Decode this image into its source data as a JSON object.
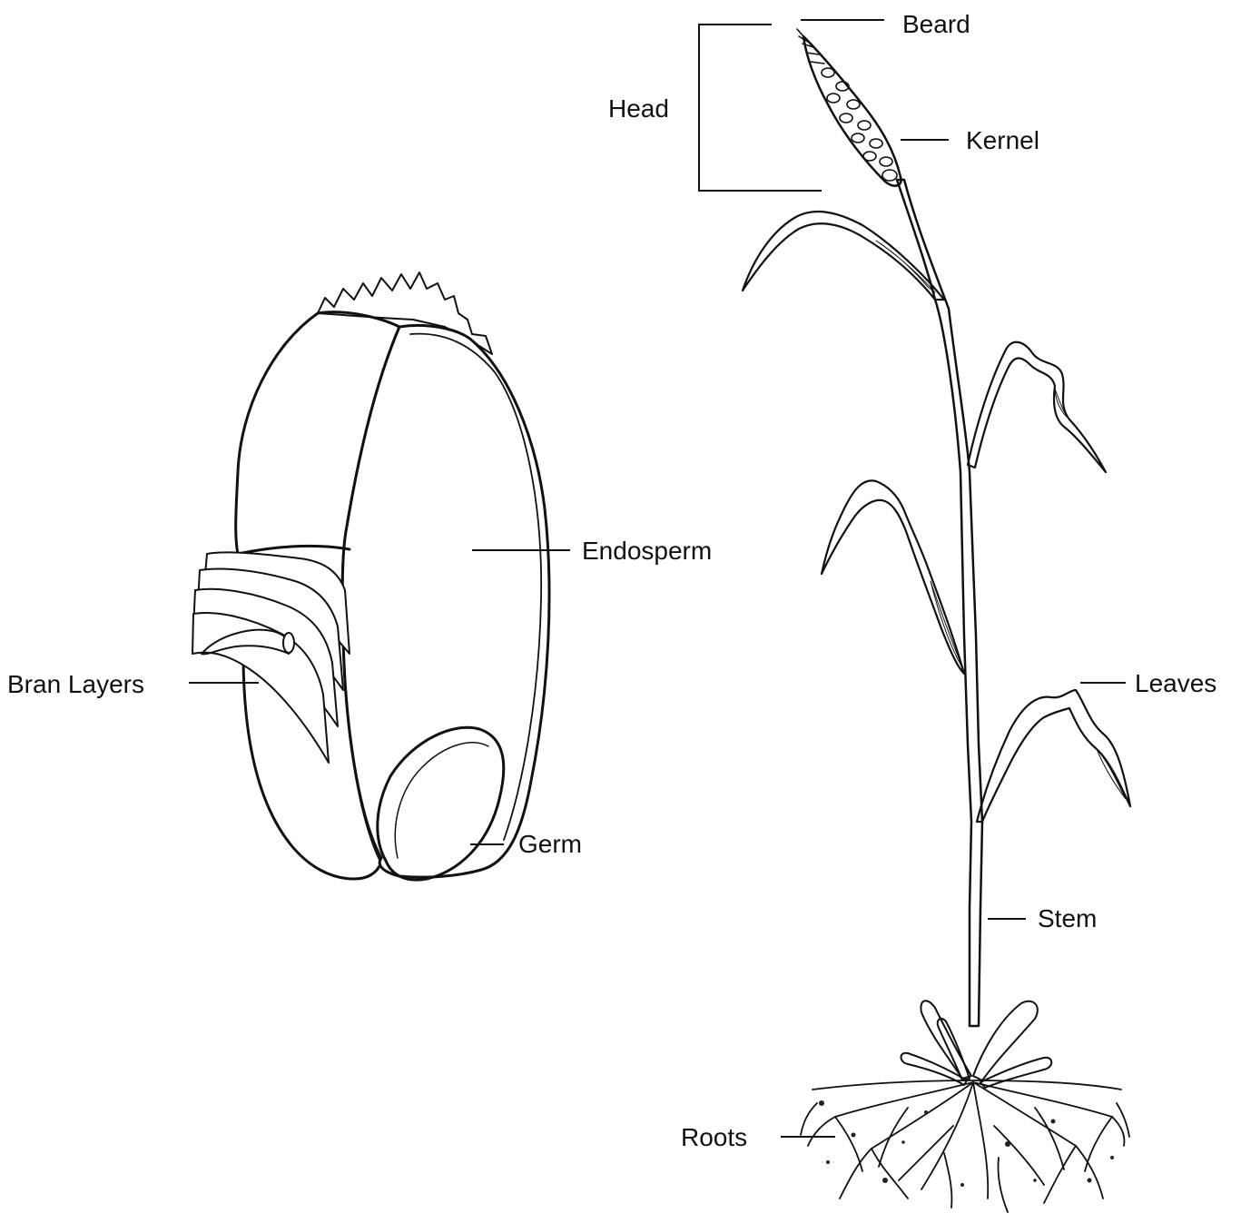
{
  "kernel_labels": {
    "endosperm": "Endosperm",
    "bran_layers": "Bran Layers",
    "germ": "Germ"
  },
  "plant_labels": {
    "beard": "Beard",
    "head": "Head",
    "kernel": "Kernel",
    "leaves": "Leaves",
    "stem": "Stem",
    "roots": "Roots"
  },
  "colors": {
    "ink": "#111111",
    "background": "#ffffff"
  }
}
